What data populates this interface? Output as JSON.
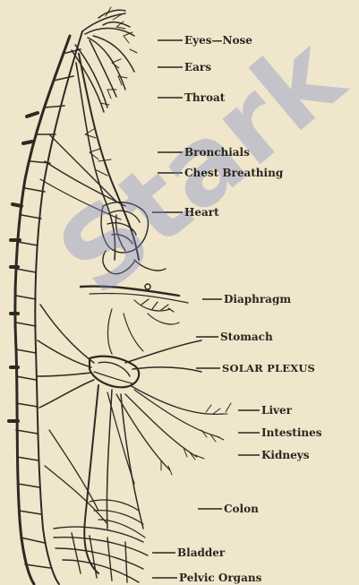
{
  "labels": {
    "eyes_nose": "Eyes—Nose",
    "ears": "Ears",
    "throat": "Throat",
    "bronchials": "Bronchials",
    "chest_breathing": "Chest Breathing",
    "heart": "Heart",
    "diaphragm": "Diaphragm",
    "stomach": "Stomach",
    "solar_plexus": "SOLAR PLEXUS",
    "liver": "Liver",
    "intestines": "Intestines",
    "kidneys": "Kidneys",
    "colon": "Colon",
    "bladder": "Bladder",
    "pelvic_organs": "Pelvic Organs"
  },
  "watermark": {
    "text": "Stark"
  },
  "colors": {
    "paper": "#efe6cb",
    "ink": "#2a2520",
    "watermark": "#7882c8"
  }
}
